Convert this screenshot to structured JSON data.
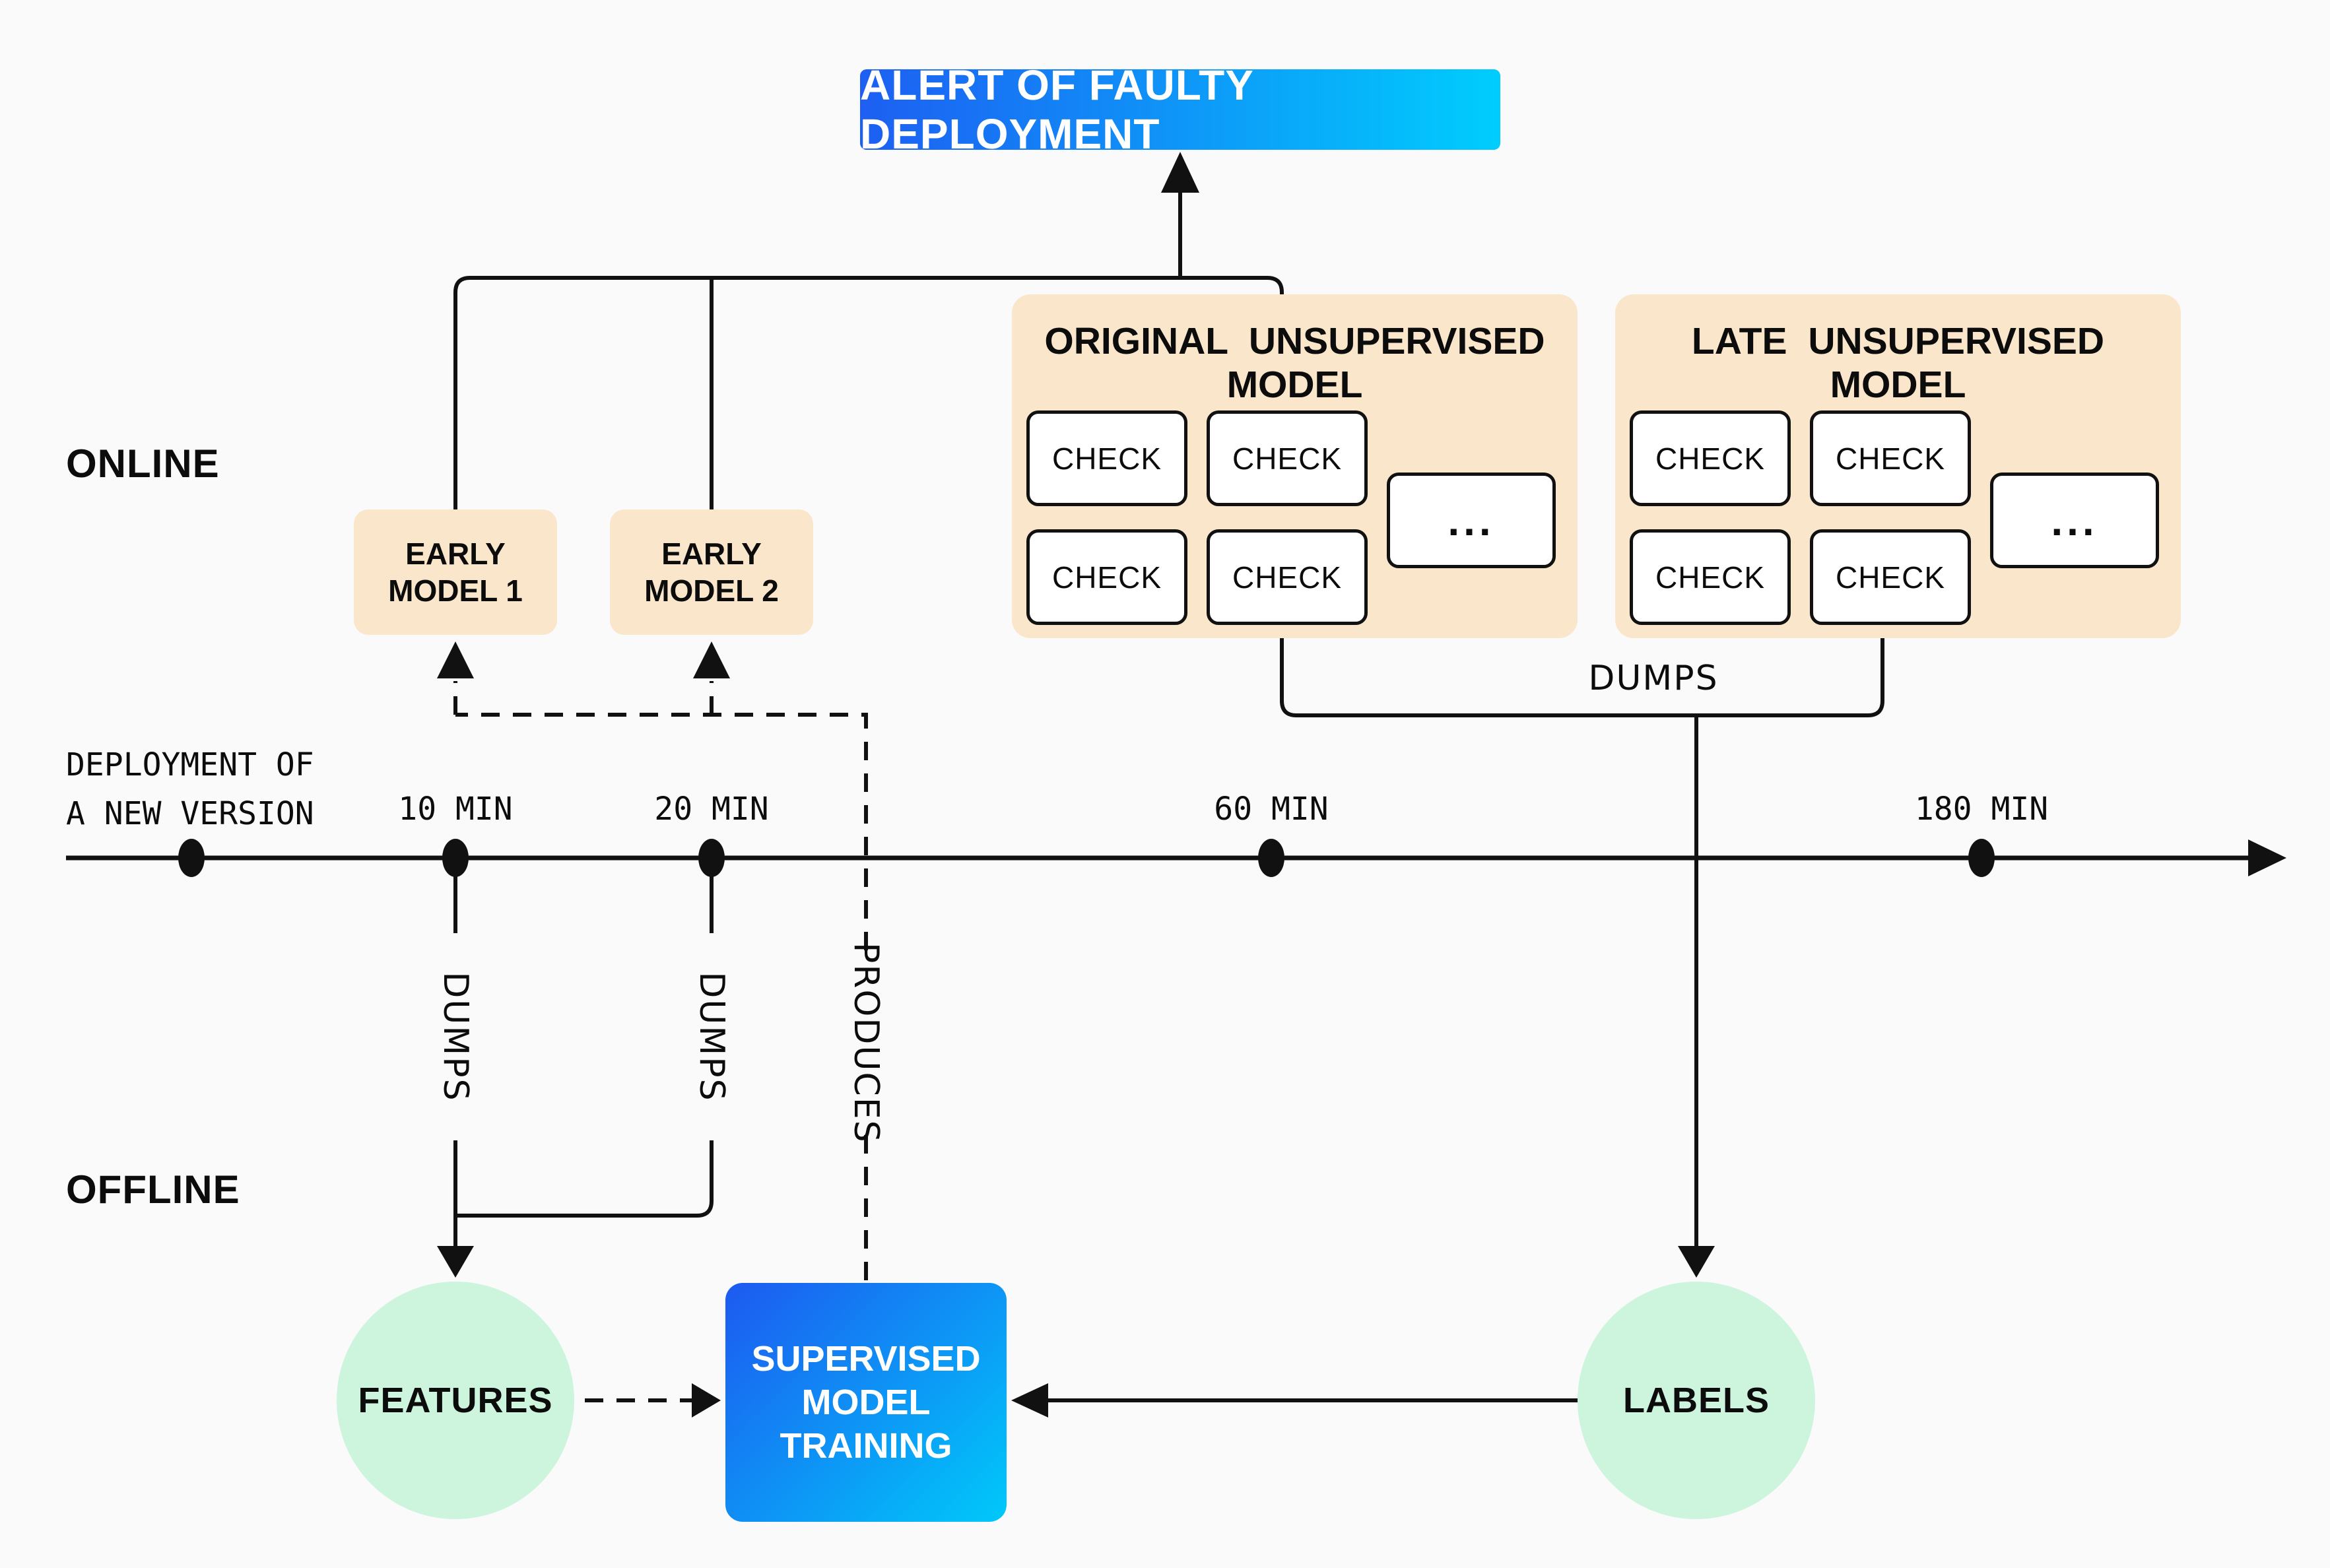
{
  "alert": {
    "label": "ALERT OF FAULTY DEPLOYMENT"
  },
  "sections": {
    "online": "ONLINE",
    "offline": "OFFLINE"
  },
  "timeline": {
    "origin_line1": "DEPLOYMENT OF",
    "origin_line2": "A NEW VERSION",
    "ticks": [
      "10 MIN",
      "20 MIN",
      "60 MIN",
      "180 MIN"
    ]
  },
  "models": {
    "original": {
      "title": "ORIGINAL UNSUPERVISED",
      "subtitle": "MODEL",
      "checks": [
        "CHECK",
        "CHECK",
        "CHECK",
        "CHECK"
      ],
      "more": "..."
    },
    "late": {
      "title": "LATE UNSUPERVISED",
      "subtitle": "MODEL",
      "checks": [
        "CHECK",
        "CHECK",
        "CHECK",
        "CHECK"
      ],
      "more": "..."
    },
    "early1": {
      "title": "EARLY",
      "subtitle": "MODEL 1"
    },
    "early2": {
      "title": "EARLY",
      "subtitle": "MODEL 2"
    }
  },
  "edges": {
    "dumps_early1": "DUMPS",
    "dumps_early2": "DUMPS",
    "produces": "PRODUCES",
    "dumps_models": "DUMPS"
  },
  "offline_nodes": {
    "features": "FEATURES",
    "labels": "LABELS",
    "training_line1": "SUPERVISED",
    "training_line2": "MODEL",
    "training_line3": "TRAINING"
  },
  "colors": {
    "background": "#fafafa",
    "line": "#111111",
    "model_box_bg": "#fae7cb",
    "check_box_bg": "#ffffff",
    "node_circle_bg": "#cdf5de",
    "alert_gradient_from": "#1d5ff2",
    "alert_gradient_to": "#00cdfd",
    "training_gradient_from": "#1d5af0",
    "training_gradient_to": "#00c9fa",
    "text": "#0c0c0c"
  }
}
